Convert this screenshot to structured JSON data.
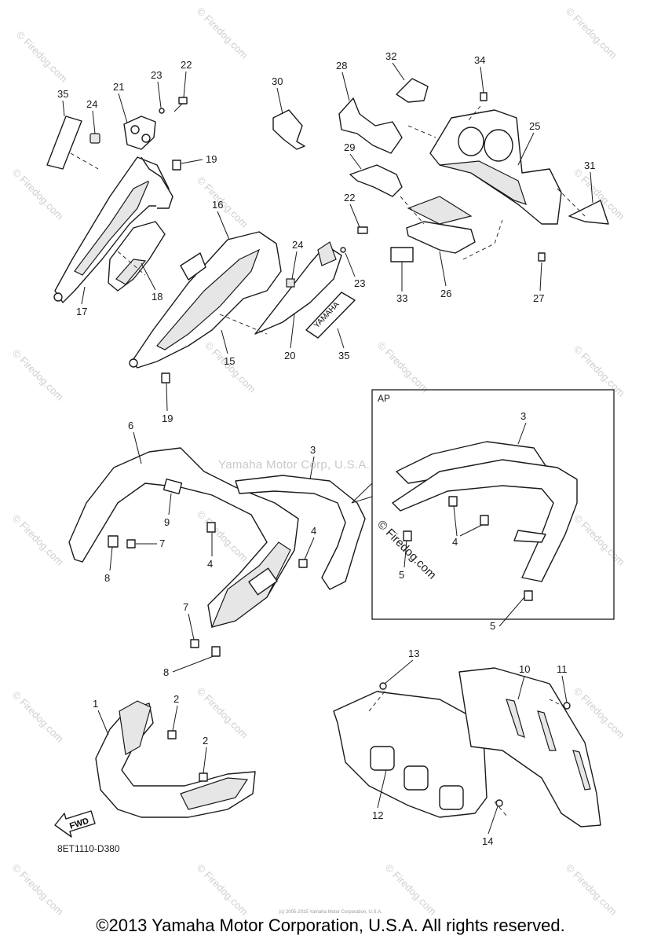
{
  "watermark": {
    "corner_text": "© Firedog.com",
    "center_text": "Yamaha Motor Corp, U.S.A.",
    "ap_text": "© Firedog.com"
  },
  "inset": {
    "label": "AP"
  },
  "decal_text": "YAMAHA",
  "fwd_label": "FWD",
  "reference_code": "8ET1110-D380",
  "fine_print": "(c) 2005-2015 Yamaha Motor Corporation, U.S.A.",
  "footer": "©2013 Yamaha Motor Corporation, U.S.A. All rights reserved.",
  "callouts": [
    "35",
    "24",
    "21",
    "23",
    "22",
    "19",
    "17",
    "18",
    "30",
    "28",
    "32",
    "34",
    "25",
    "29",
    "31",
    "22",
    "16",
    "24",
    "23",
    "33",
    "26",
    "27",
    "35",
    "20",
    "15",
    "19",
    "6",
    "3",
    "9",
    "7",
    "8",
    "4",
    "4",
    "7",
    "8",
    "3",
    "4",
    "5",
    "5",
    "1",
    "2",
    "2",
    "13",
    "10",
    "11",
    "12",
    "14"
  ]
}
